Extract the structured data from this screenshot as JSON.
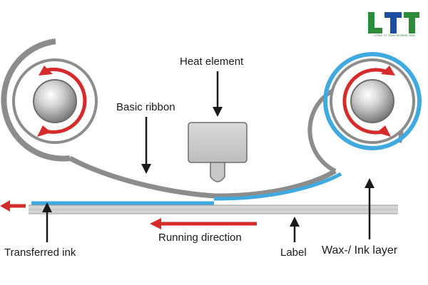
{
  "labels": {
    "heat_element": "Heat element",
    "basic_ribbon": "Basic ribbon",
    "transferred_ink": "Transferred ink",
    "running_direction": "Running direction",
    "label": "Label",
    "wax_ink_layer": "Wax-/ Ink layer"
  },
  "logo": {
    "letters": "LTT",
    "company": "CÔNG TY TNHH WORMS VINA"
  },
  "colors": {
    "ribbon_gray": "#8c8c8c",
    "ink_blue": "#3fa9e0",
    "arrow_red": "#d62b2b",
    "label_strip": "#d4d4d4",
    "logo_green": "#2e8b3a",
    "logo_blue": "#1a4fa3"
  }
}
